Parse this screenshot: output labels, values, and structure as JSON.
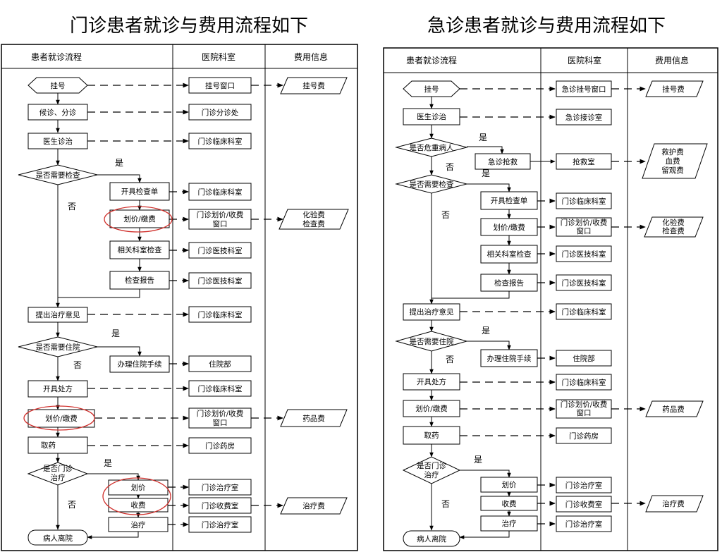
{
  "left": {
    "title": "门诊患者就诊与费用流程如下",
    "headers": [
      "患者就诊流程",
      "医院科室",
      "费用信息"
    ],
    "nodes": {
      "guahao": "挂号",
      "houzhen": "候诊、分诊",
      "yisheng": "医生诊治",
      "q_jiancha": "是否需要检查",
      "kaiju_jc": "开具检查单",
      "hj1": "划价/缴费",
      "xiangguan": "相关科室检查",
      "baogao": "检查报告",
      "tichu": "提出治疗意见",
      "q_zhuyuan": "是否需要住院",
      "banli": "办理住院手续",
      "kaiju_cf": "开具处方",
      "hj2": "划价/缴费",
      "quyao": "取药",
      "q_zhiliao": "是否门诊治疗",
      "huajia": "划价",
      "shoufei": "收费",
      "zhiliao": "治疗",
      "likai": "病人离院"
    },
    "depts": {
      "d_guahao": "挂号窗口",
      "d_fenzhen": "门诊分诊处",
      "d_linchuang1": "门诊临床科室",
      "d_linchuang2": "门诊临床科室",
      "d_shoufei1": "门诊划价/收费窗口",
      "d_yiji1": "门诊医技科室",
      "d_yiji2": "门诊医技科室",
      "d_linchuang3": "门诊临床科室",
      "d_zhuyuan": "住院部",
      "d_linchuang4": "门诊临床科室",
      "d_shoufei2": "门诊划价/收费窗口",
      "d_yaofang": "门诊药房",
      "d_zhiliao1": "门诊治疗室",
      "d_shoufeishi": "门诊收费室",
      "d_zhiliao2": "门诊治疗室"
    },
    "fees": {
      "f_guahao": "挂号费",
      "f_huayan": "化验费\n检查费",
      "f_yaopin": "药品费",
      "f_zhiliao": "治疗费"
    },
    "yes": "是",
    "no": "否"
  },
  "right": {
    "title": "急诊患者就诊与费用流程如下",
    "headers": [
      "患者就诊流程",
      "医院科室",
      "费用信息"
    ],
    "nodes": {
      "guahao": "挂号",
      "yisheng": "医生诊治",
      "q_weizhong": "是否危重病人",
      "jiuzhi": "急诊抢救",
      "q_jiancha": "是否需要检查",
      "kaiju_jc": "开具检查单",
      "hj1": "划价/缴费",
      "xiangguan": "相关科室检查",
      "baogao": "检查报告",
      "tichu": "提出治疗意见",
      "q_zhuyuan": "是否需要住院",
      "banli": "办理住院手续",
      "kaiju_cf": "开具处方",
      "hj2": "划价/缴费",
      "quyao": "取药",
      "q_zhiliao": "是否门诊治疗",
      "huajia": "划价",
      "shoufei": "收费",
      "zhiliao": "治疗",
      "likai": "病人离院"
    },
    "depts": {
      "d_guahao": "急诊挂号窗口",
      "d_jiezhen": "急诊接诊室",
      "d_qiangjiu": "抢救室",
      "d_linchuang1": "门诊临床科室",
      "d_shoufei1": "门诊划价/收费窗口",
      "d_yiji1": "门诊医技科室",
      "d_yiji2": "门诊医技科室",
      "d_linchuang2": "门诊临床科室",
      "d_zhuyuan": "住院部",
      "d_linchuang3": "门诊临床科室",
      "d_shoufei2": "门诊划价/收费窗口",
      "d_yaofang": "门诊药房",
      "d_zhiliao1": "门诊治疗室",
      "d_shoufeishi": "门诊收费室",
      "d_zhiliao2": "门诊治疗室"
    },
    "fees": {
      "f_guahao": "挂号费",
      "f_qiangjiu": "救护费\n血费\n留观费",
      "f_huayan": "化验费\n检查费",
      "f_yaopin": "药品费",
      "f_zhiliao": "治疗费"
    },
    "yes": "是",
    "no": "否"
  }
}
